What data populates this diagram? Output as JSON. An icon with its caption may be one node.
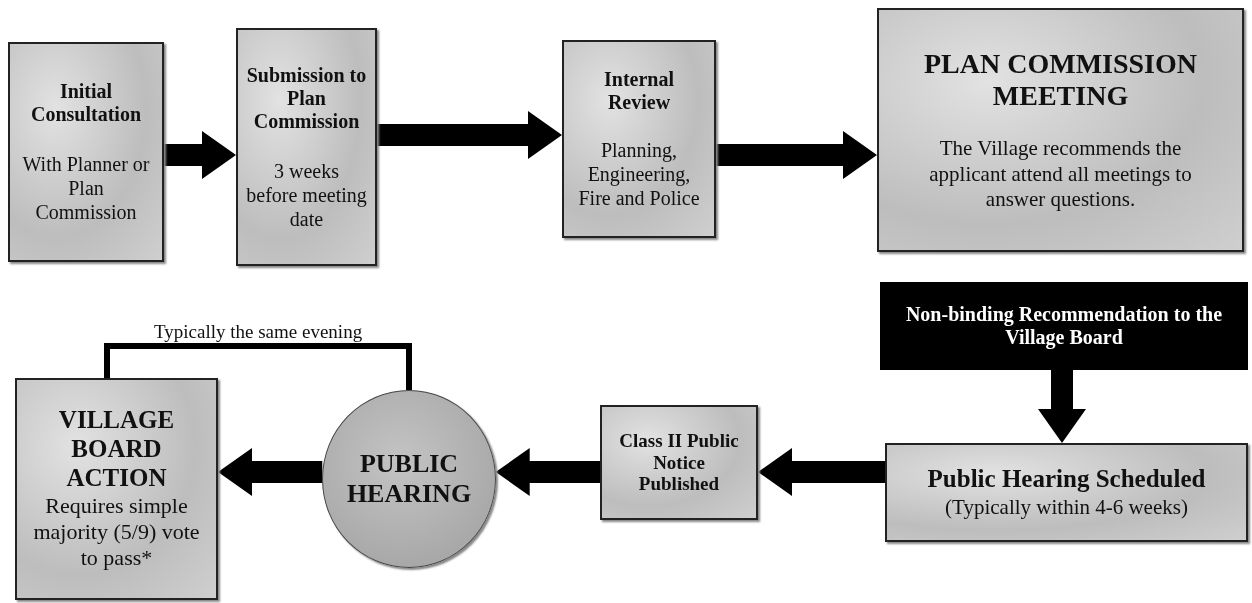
{
  "diagram": {
    "nodes": [
      {
        "text": [
          "Initial Consultation",
          "With Planner or Plan Commission"
        ]
      },
      {
        "text": [
          "Submission to Plan Commission",
          "3 weeks before meeting date"
        ]
      },
      {
        "text": [
          "Internal Review",
          "Planning, Engineering, Fire and Police"
        ]
      },
      {
        "text": [
          "PLAN COMMISSION MEETING",
          "The Village recommends the applicant attend all meetings to answer questions."
        ]
      },
      {
        "text": [
          "Non-binding Recommendation to the Village Board"
        ]
      },
      {
        "text": [
          "Public Hearing Scheduled",
          "(Typically within 4-6 weeks)"
        ]
      },
      {
        "text": [
          "Class II Public Notice Published"
        ]
      },
      {
        "text": [
          "PUBLIC HEARING"
        ]
      },
      {
        "text": [
          "VILLAGE BOARD ACTION",
          "Requires simple majority (5/9) vote to pass*"
        ]
      }
    ],
    "edges": [
      {
        "from": 0,
        "to": 1,
        "arrow": "to"
      },
      {
        "from": 1,
        "to": 2,
        "arrow": "to"
      },
      {
        "from": 2,
        "to": 3,
        "arrow": "to"
      },
      {
        "from": 4,
        "to": 5,
        "arrow": "to"
      },
      {
        "from": 5,
        "to": 6,
        "arrow": "to"
      },
      {
        "from": 6,
        "to": 7,
        "arrow": "to"
      },
      {
        "from": 7,
        "to": 8,
        "arrow": "to"
      },
      {
        "from": 7,
        "to": 8,
        "arrow": "none",
        "label": "Typically the same evening"
      }
    ]
  }
}
